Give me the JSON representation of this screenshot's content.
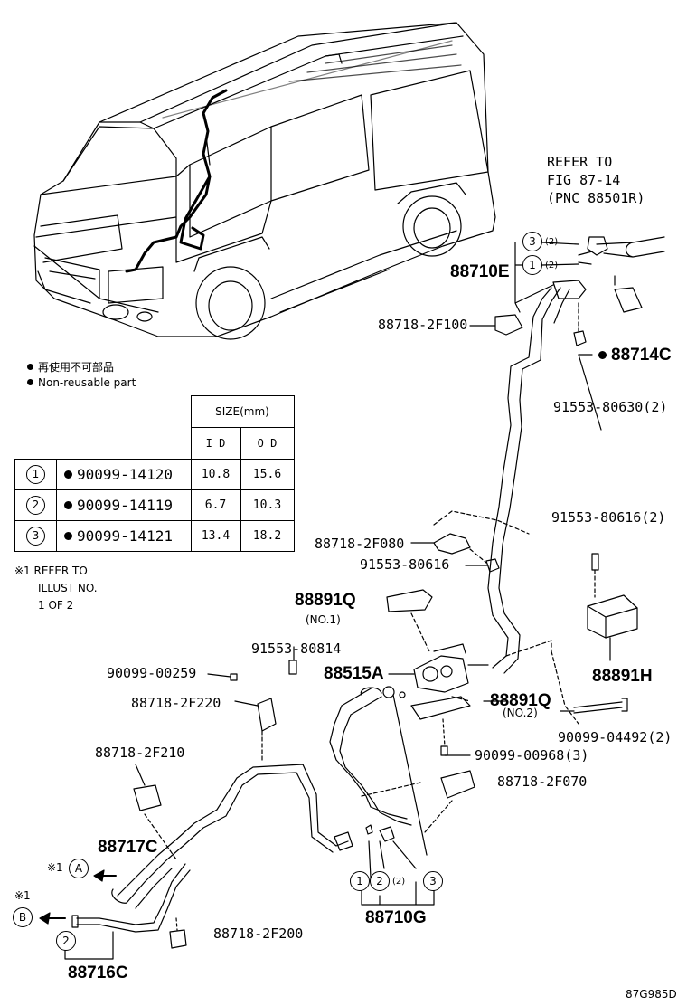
{
  "refer": {
    "line1": "REFER TO",
    "line2": "FIG 87-14",
    "line3": "(PNC 88501R)"
  },
  "legend": {
    "jp": "再使用不可部品",
    "en": "Non-reusable part"
  },
  "table": {
    "size_header": "SIZE(mm)",
    "id_header": "I D",
    "od_header": "O D",
    "rows": [
      {
        "key": "1",
        "part": "90099-14120",
        "id": "10.8",
        "od": "15.6"
      },
      {
        "key": "2",
        "part": "90099-14119",
        "id": "6.7",
        "od": "10.3"
      },
      {
        "key": "3",
        "part": "90099-14121",
        "id": "13.4",
        "od": "18.2"
      }
    ]
  },
  "note": {
    "line1": "※1 REFER TO",
    "line2": "ILLUST NO.",
    "line3": "1 OF 2"
  },
  "labels": {
    "p88710E": "88710E",
    "p88718_2F100": "88718-2F100",
    "p88714C": "88714C",
    "p91553_80630": "91553-80630(2)",
    "p91553_80616_2": "91553-80616(2)",
    "p88718_2F080": "88718-2F080",
    "p91553_80616": "91553-80616",
    "p88891Q_1": "88891Q",
    "p88891Q_1_no": "(NO.1)",
    "p91553_80814": "91553-80814",
    "p90099_00259": "90099-00259",
    "p88515A": "88515A",
    "p88891Q_2": "88891Q",
    "p88891Q_2_no": "(NO.2)",
    "p88891H": "88891H",
    "p88718_2F220": "88718-2F220",
    "p90099_04492": "90099-04492(2)",
    "p90099_00968": "90099-00968(3)",
    "p88718_2F210": "88718-2F210",
    "p88718_2F070": "88718-2F070",
    "p88717C": "88717C",
    "p88718_2F200": "88718-2F200",
    "p88710G": "88710G",
    "p88716C": "88716C",
    "ref_a": "A",
    "ref_b": "B",
    "mark": "※1",
    "qty2": "(2)",
    "c1": "1",
    "c2": "2",
    "c3": "3",
    "fig_code": "87G985D"
  }
}
